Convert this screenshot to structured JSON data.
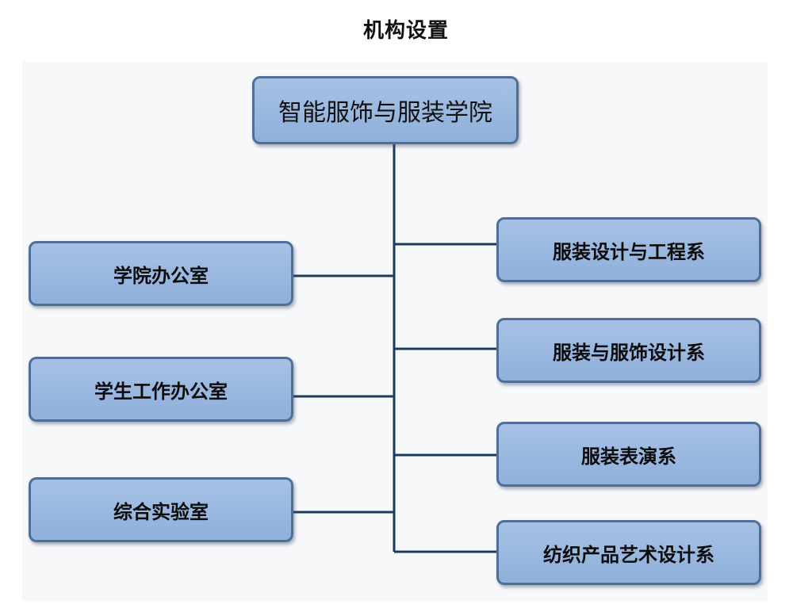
{
  "title": "机构设置",
  "root": {
    "label": "智能服饰与服装学院"
  },
  "offices": [
    {
      "label": "学院办公室"
    },
    {
      "label": "学生工作办公室"
    },
    {
      "label": "综合实验室"
    }
  ],
  "departments": [
    {
      "label": "服装设计与工程系"
    },
    {
      "label": "服装与服饰设计系"
    },
    {
      "label": "服装表演系"
    },
    {
      "label": "纺织产品艺术设计系"
    }
  ],
  "colors": {
    "box_fill": "#9bb9e0",
    "box_border": "#4f6f99",
    "connector": "#1e3a5c"
  }
}
